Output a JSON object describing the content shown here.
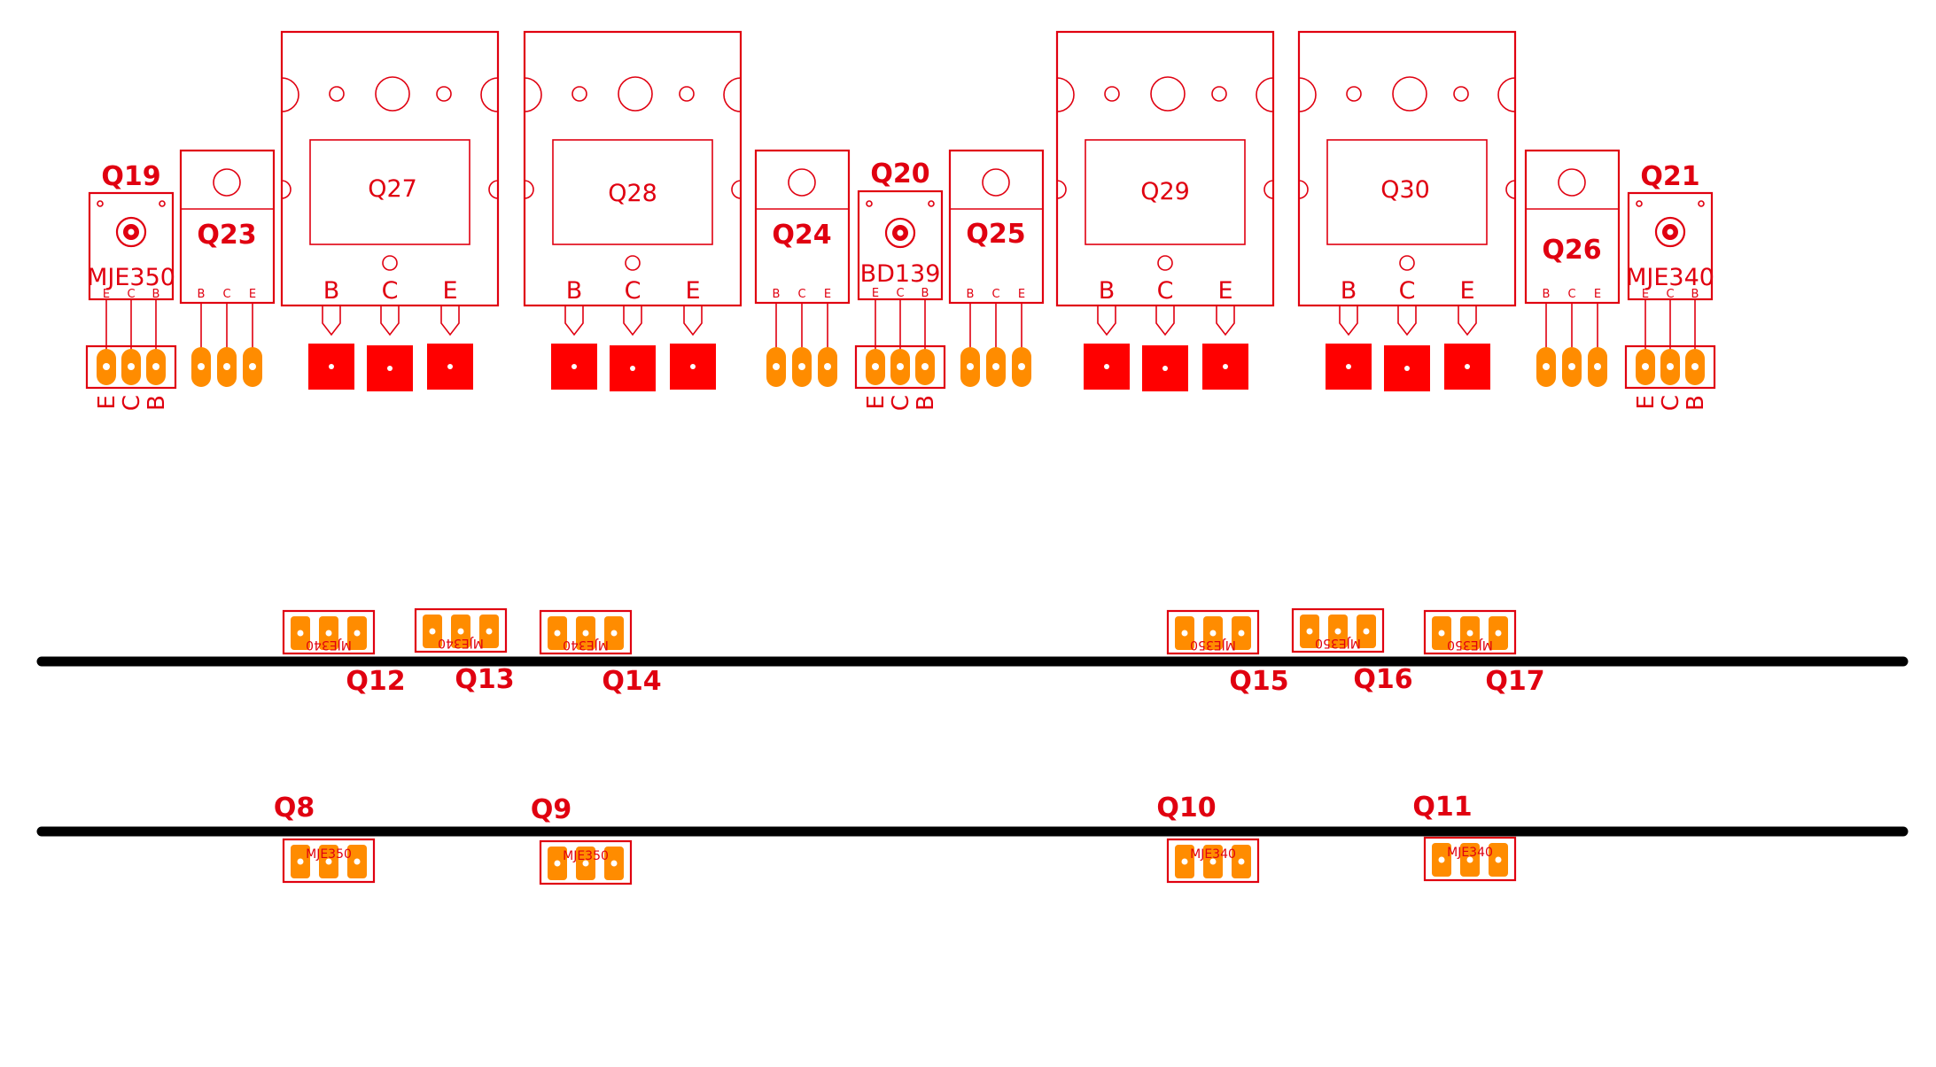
{
  "colors": {
    "silkscreen": "#e00010",
    "copper_pad": "#ff0000",
    "orange_pad": "#ff8c00",
    "rail": "#000000",
    "background": "#ffffff"
  },
  "top_row": {
    "small_transistors": [
      {
        "ref": "Q19",
        "type": "MJE350",
        "pins": [
          "E",
          "C",
          "B"
        ],
        "pad_labels": [
          "E",
          "C",
          "B"
        ]
      },
      {
        "ref": "Q20",
        "type": "BD139",
        "pins": [
          "E",
          "C",
          "B"
        ],
        "pad_labels": [
          "E",
          "C",
          "B"
        ]
      },
      {
        "ref": "Q21",
        "type": "MJE340",
        "pins": [
          "E",
          "C",
          "B"
        ],
        "pad_labels": [
          "E",
          "C",
          "B"
        ]
      }
    ],
    "to220_transistors": [
      {
        "ref": "Q23",
        "pins": [
          "B",
          "C",
          "E"
        ]
      },
      {
        "ref": "Q24",
        "pins": [
          "B",
          "C",
          "E"
        ]
      },
      {
        "ref": "Q25",
        "pins": [
          "B",
          "C",
          "E"
        ]
      },
      {
        "ref": "Q26",
        "pins": [
          "B",
          "C",
          "E"
        ]
      }
    ],
    "power_transistors": [
      {
        "ref": "Q27",
        "pins": [
          "B",
          "C",
          "E"
        ]
      },
      {
        "ref": "Q28",
        "pins": [
          "B",
          "C",
          "E"
        ]
      },
      {
        "ref": "Q29",
        "pins": [
          "B",
          "C",
          "E"
        ]
      },
      {
        "ref": "Q30",
        "pins": [
          "B",
          "C",
          "E"
        ]
      }
    ]
  },
  "rail_1_group": [
    {
      "ref": "Q12",
      "type": "MJE340"
    },
    {
      "ref": "Q13",
      "type": "MJE340"
    },
    {
      "ref": "Q14",
      "type": "MJE340"
    },
    {
      "ref": "Q15",
      "type": "MJE350"
    },
    {
      "ref": "Q16",
      "type": "MJE350"
    },
    {
      "ref": "Q17",
      "type": "MJE350"
    }
  ],
  "rail_2_group": [
    {
      "ref": "Q8",
      "type": "MJE350"
    },
    {
      "ref": "Q9",
      "type": "MJE350"
    },
    {
      "ref": "Q10",
      "type": "MJE340"
    },
    {
      "ref": "Q11",
      "type": "MJE340"
    }
  ]
}
